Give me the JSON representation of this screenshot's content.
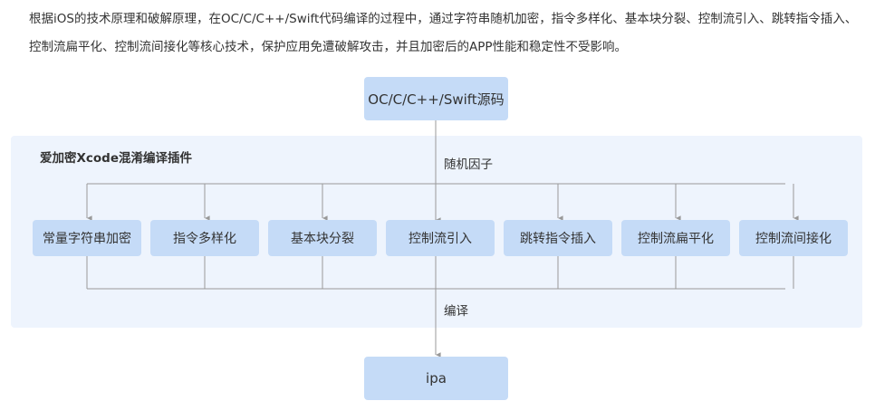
{
  "intro_text": "根据iOS的技术原理和破解原理，在OC/C/C++/Swift代码编译的过程中，通过字符串随机加密，指令多样化、基本块分裂、控制流引入、跳转指令插入、 控制流扁平化、控制流间接化等核心技术，保护应用免遭破解攻击，并且加密后的APP性能和稳定性不受影响。",
  "source_node": "OC/C/C++/Swift源码",
  "plugin_title": "爱加密Xcode混淆编译插件",
  "random_factor_label": "随机因子",
  "compile_label": "编译",
  "output_node": "ipa",
  "techniques": [
    "常量字符串加密",
    "指令多样化",
    "基本块分裂",
    "控制流引入",
    "跳转指令插入",
    "控制流扁平化",
    "控制流间接化"
  ],
  "colors": {
    "node_fill": "#c5dbf7",
    "panel_fill": "#eef4fd",
    "line": "#999999"
  }
}
